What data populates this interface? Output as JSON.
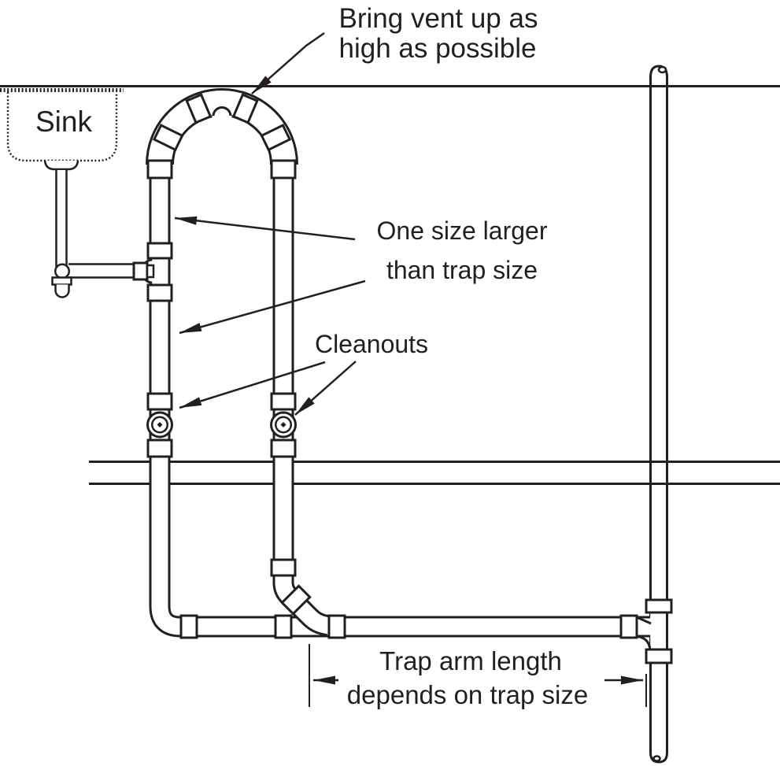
{
  "diagram": {
    "labels": {
      "sink": "Sink",
      "vent_note": {
        "line1": "Bring vent up as",
        "line2": "high as possible"
      },
      "size_note": {
        "line1": "One size larger",
        "line2": "than trap size"
      },
      "cleanouts": "Cleanouts",
      "trap_arm_note": {
        "line1": "Trap arm length",
        "line2": "depends on trap size"
      }
    },
    "colors": {
      "ink": "#231f20",
      "background": "#ffffff"
    }
  }
}
